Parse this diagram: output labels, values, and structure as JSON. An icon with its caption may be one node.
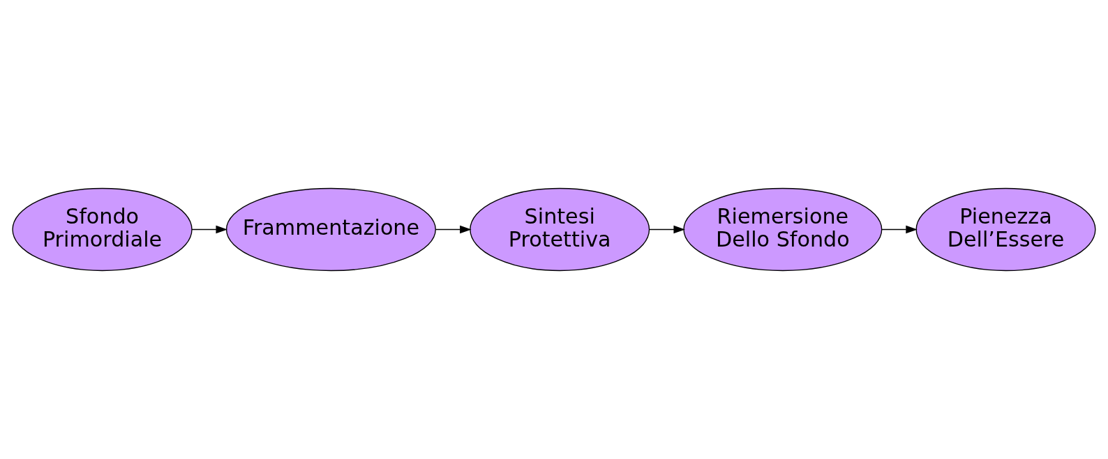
{
  "diagram": {
    "nodes": [
      {
        "text": [
          "Sfondo Primordiale"
        ]
      },
      {
        "text": [
          "Frammentazione"
        ]
      },
      {
        "text": [
          "Sintesi Protettiva"
        ]
      },
      {
        "text": [
          "Riemersione Dello Sfondo"
        ]
      },
      {
        "text": [
          "Pienezza Dell’Essere"
        ]
      }
    ],
    "edges": [
      {
        "from": 0,
        "to": 1,
        "arrow": "to"
      },
      {
        "from": 1,
        "to": 2,
        "arrow": "to"
      },
      {
        "from": 2,
        "to": 3,
        "arrow": "to"
      },
      {
        "from": 3,
        "to": 4,
        "arrow": "to"
      }
    ]
  }
}
